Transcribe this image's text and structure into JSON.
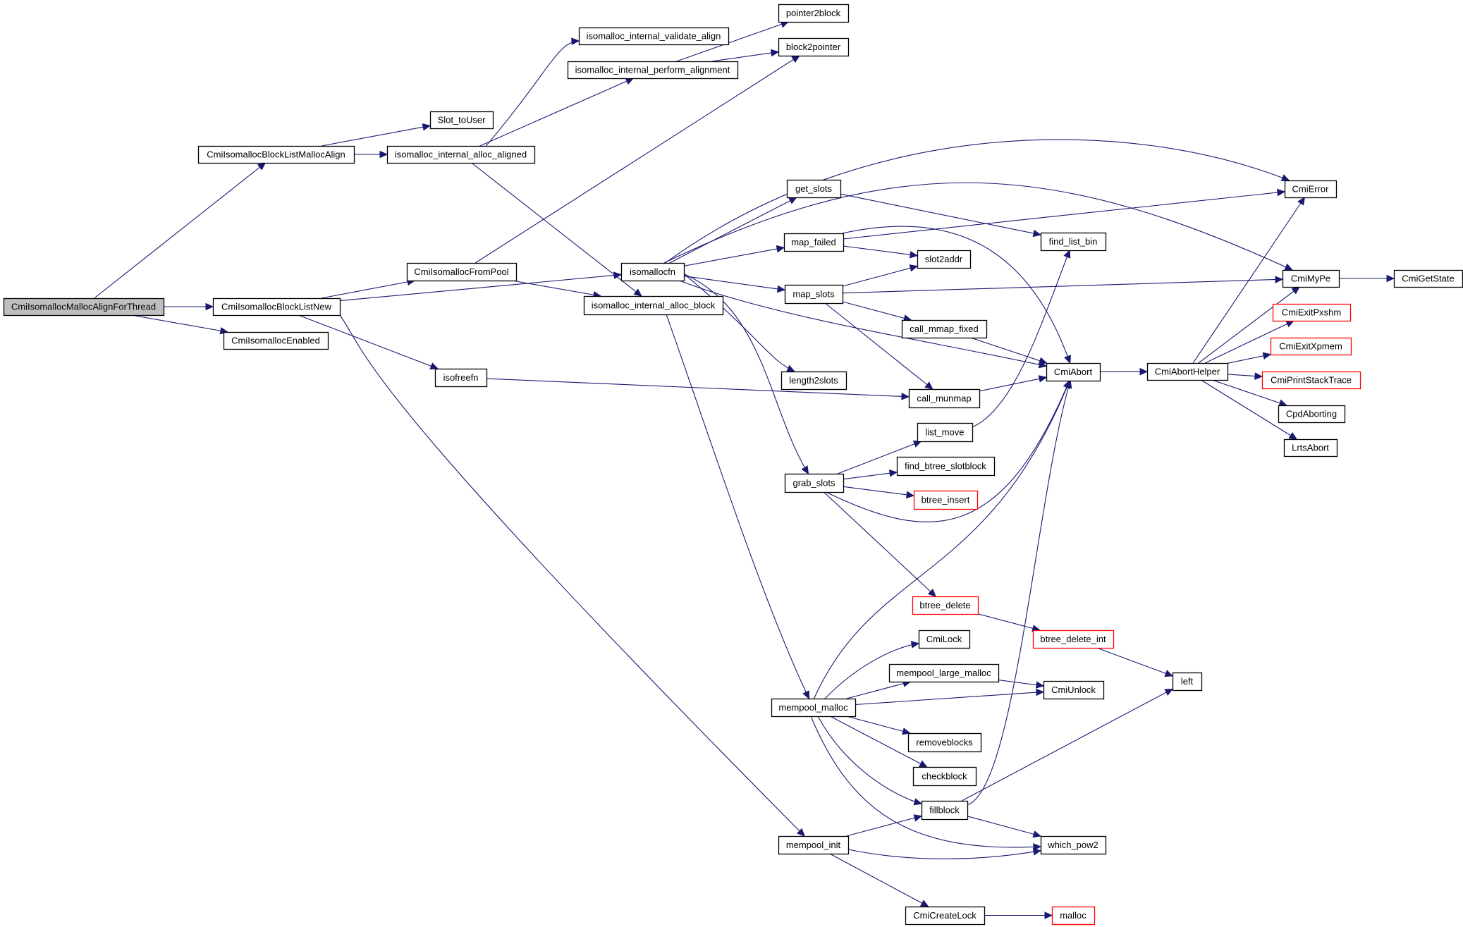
{
  "diagram": {
    "type": "call-graph",
    "colors": {
      "edge": "#191970",
      "node_border": "#000000",
      "external_node_border": "#ff0000",
      "root_fill": "#bfbfbf",
      "node_fill": "#ffffff"
    },
    "nodes": [
      {
        "id": "root",
        "label": "CmiIsomallocMallocAlignForThread",
        "kind": "root"
      },
      {
        "id": "blmalign",
        "label": "CmiIsomallocBlockListMallocAlign",
        "kind": "normal"
      },
      {
        "id": "blnew",
        "label": "CmiIsomallocBlockListNew",
        "kind": "normal"
      },
      {
        "id": "enabled",
        "label": "CmiIsomallocEnabled",
        "kind": "normal"
      },
      {
        "id": "slot_touser",
        "label": "Slot_toUser",
        "kind": "normal"
      },
      {
        "id": "alloc_aligned",
        "label": "isomalloc_internal_alloc_aligned",
        "kind": "normal"
      },
      {
        "id": "validate_align",
        "label": "isomalloc_internal_validate_align",
        "kind": "normal"
      },
      {
        "id": "perform_alignment",
        "label": "isomalloc_internal_perform_alignment",
        "kind": "normal"
      },
      {
        "id": "pointer2block",
        "label": "pointer2block",
        "kind": "normal"
      },
      {
        "id": "block2pointer",
        "label": "block2pointer",
        "kind": "normal"
      },
      {
        "id": "frompool",
        "label": "CmiIsomallocFromPool",
        "kind": "normal"
      },
      {
        "id": "isomallocfn",
        "label": "isomallocfn",
        "kind": "normal"
      },
      {
        "id": "alloc_block",
        "label": "isomalloc_internal_alloc_block",
        "kind": "normal"
      },
      {
        "id": "isofreefn",
        "label": "isofreefn",
        "kind": "normal"
      },
      {
        "id": "get_slots",
        "label": "get_slots",
        "kind": "normal"
      },
      {
        "id": "map_failed",
        "label": "map_failed",
        "kind": "normal"
      },
      {
        "id": "slot2addr",
        "label": "slot2addr",
        "kind": "normal"
      },
      {
        "id": "map_slots",
        "label": "map_slots",
        "kind": "normal"
      },
      {
        "id": "call_mmap_fixed",
        "label": "call_mmap_fixed",
        "kind": "normal"
      },
      {
        "id": "length2slots",
        "label": "length2slots",
        "kind": "normal"
      },
      {
        "id": "call_munmap",
        "label": "call_munmap",
        "kind": "normal"
      },
      {
        "id": "find_list_bin",
        "label": "find_list_bin",
        "kind": "normal"
      },
      {
        "id": "cmiabort",
        "label": "CmiAbort",
        "kind": "normal"
      },
      {
        "id": "cmiaborthelper",
        "label": "CmiAbortHelper",
        "kind": "normal"
      },
      {
        "id": "cmierror",
        "label": "CmiError",
        "kind": "normal"
      },
      {
        "id": "cmimype",
        "label": "CmiMyPe",
        "kind": "normal"
      },
      {
        "id": "cmigetstate",
        "label": "CmiGetState",
        "kind": "normal"
      },
      {
        "id": "exitpxshm",
        "label": "CmiExitPxshm",
        "kind": "external"
      },
      {
        "id": "exitxpmem",
        "label": "CmiExitXpmem",
        "kind": "external"
      },
      {
        "id": "printstack",
        "label": "CmiPrintStackTrace",
        "kind": "external"
      },
      {
        "id": "cpdaborting",
        "label": "CpdAborting",
        "kind": "normal"
      },
      {
        "id": "lrtsabort",
        "label": "LrtsAbort",
        "kind": "normal"
      },
      {
        "id": "list_move",
        "label": "list_move",
        "kind": "normal"
      },
      {
        "id": "find_btree",
        "label": "find_btree_slotblock",
        "kind": "normal"
      },
      {
        "id": "grab_slots",
        "label": "grab_slots",
        "kind": "normal"
      },
      {
        "id": "btree_insert",
        "label": "btree_insert",
        "kind": "external"
      },
      {
        "id": "btree_delete",
        "label": "btree_delete",
        "kind": "external"
      },
      {
        "id": "btree_delete_int",
        "label": "btree_delete_int",
        "kind": "external"
      },
      {
        "id": "cmilock",
        "label": "CmiLock",
        "kind": "normal"
      },
      {
        "id": "mempool_large_malloc",
        "label": "mempool_large_malloc",
        "kind": "normal"
      },
      {
        "id": "cmiunlock",
        "label": "CmiUnlock",
        "kind": "normal"
      },
      {
        "id": "left",
        "label": "left",
        "kind": "normal"
      },
      {
        "id": "mempool_malloc",
        "label": "mempool_malloc",
        "kind": "normal"
      },
      {
        "id": "removeblocks",
        "label": "removeblocks",
        "kind": "normal"
      },
      {
        "id": "checkblock",
        "label": "checkblock",
        "kind": "normal"
      },
      {
        "id": "fillblock",
        "label": "fillblock",
        "kind": "normal"
      },
      {
        "id": "mempool_init",
        "label": "mempool_init",
        "kind": "normal"
      },
      {
        "id": "which_pow2",
        "label": "which_pow2",
        "kind": "normal"
      },
      {
        "id": "cmicreatelock",
        "label": "CmiCreateLock",
        "kind": "normal"
      },
      {
        "id": "malloc",
        "label": "malloc",
        "kind": "external"
      }
    ],
    "edges": [
      [
        "root",
        "blmalign"
      ],
      [
        "root",
        "blnew"
      ],
      [
        "root",
        "enabled"
      ],
      [
        "blmalign",
        "slot_touser"
      ],
      [
        "blmalign",
        "alloc_aligned"
      ],
      [
        "alloc_aligned",
        "validate_align"
      ],
      [
        "alloc_aligned",
        "perform_alignment"
      ],
      [
        "alloc_aligned",
        "alloc_block"
      ],
      [
        "perform_alignment",
        "pointer2block"
      ],
      [
        "perform_alignment",
        "block2pointer"
      ],
      [
        "blnew",
        "frompool"
      ],
      [
        "blnew",
        "isomallocfn"
      ],
      [
        "blnew",
        "isofreefn"
      ],
      [
        "blnew",
        "mempool_init"
      ],
      [
        "frompool",
        "block2pointer"
      ],
      [
        "frompool",
        "alloc_block"
      ],
      [
        "alloc_block",
        "mempool_malloc"
      ],
      [
        "isofreefn",
        "call_munmap"
      ],
      [
        "isomallocfn",
        "cmierror"
      ],
      [
        "isomallocfn",
        "cmimype"
      ],
      [
        "isomallocfn",
        "get_slots"
      ],
      [
        "isomallocfn",
        "map_failed"
      ],
      [
        "isomallocfn",
        "map_slots"
      ],
      [
        "isomallocfn",
        "cmiabort"
      ],
      [
        "isomallocfn",
        "length2slots"
      ],
      [
        "isomallocfn",
        "grab_slots"
      ],
      [
        "get_slots",
        "find_list_bin"
      ],
      [
        "map_failed",
        "cmierror"
      ],
      [
        "map_failed",
        "slot2addr"
      ],
      [
        "map_failed",
        "cmiabort"
      ],
      [
        "map_slots",
        "slot2addr"
      ],
      [
        "map_slots",
        "cmimype"
      ],
      [
        "map_slots",
        "call_mmap_fixed"
      ],
      [
        "map_slots",
        "call_munmap"
      ],
      [
        "call_mmap_fixed",
        "cmiabort"
      ],
      [
        "call_munmap",
        "cmiabort"
      ],
      [
        "cmiabort",
        "cmiaborthelper"
      ],
      [
        "cmiaborthelper",
        "cmierror"
      ],
      [
        "cmiaborthelper",
        "cmimype"
      ],
      [
        "cmiaborthelper",
        "exitpxshm"
      ],
      [
        "cmiaborthelper",
        "exitxpmem"
      ],
      [
        "cmiaborthelper",
        "printstack"
      ],
      [
        "cmiaborthelper",
        "cpdaborting"
      ],
      [
        "cmiaborthelper",
        "lrtsabort"
      ],
      [
        "cmimype",
        "cmigetstate"
      ],
      [
        "grab_slots",
        "list_move"
      ],
      [
        "grab_slots",
        "find_btree"
      ],
      [
        "grab_slots",
        "btree_insert"
      ],
      [
        "grab_slots",
        "cmiabort"
      ],
      [
        "grab_slots",
        "btree_delete"
      ],
      [
        "list_move",
        "find_list_bin"
      ],
      [
        "btree_delete",
        "btree_delete_int"
      ],
      [
        "btree_delete_int",
        "left"
      ],
      [
        "mempool_malloc",
        "cmiabort"
      ],
      [
        "mempool_malloc",
        "cmilock"
      ],
      [
        "mempool_malloc",
        "mempool_large_malloc"
      ],
      [
        "mempool_malloc",
        "cmiunlock"
      ],
      [
        "mempool_malloc",
        "removeblocks"
      ],
      [
        "mempool_malloc",
        "checkblock"
      ],
      [
        "mempool_malloc",
        "fillblock"
      ],
      [
        "mempool_malloc",
        "which_pow2"
      ],
      [
        "mempool_large_malloc",
        "cmiunlock"
      ],
      [
        "fillblock",
        "cmiabort"
      ],
      [
        "fillblock",
        "left"
      ],
      [
        "fillblock",
        "which_pow2"
      ],
      [
        "mempool_init",
        "fillblock"
      ],
      [
        "mempool_init",
        "which_pow2"
      ],
      [
        "mempool_init",
        "cmicreatelock"
      ],
      [
        "cmicreatelock",
        "malloc"
      ]
    ]
  }
}
